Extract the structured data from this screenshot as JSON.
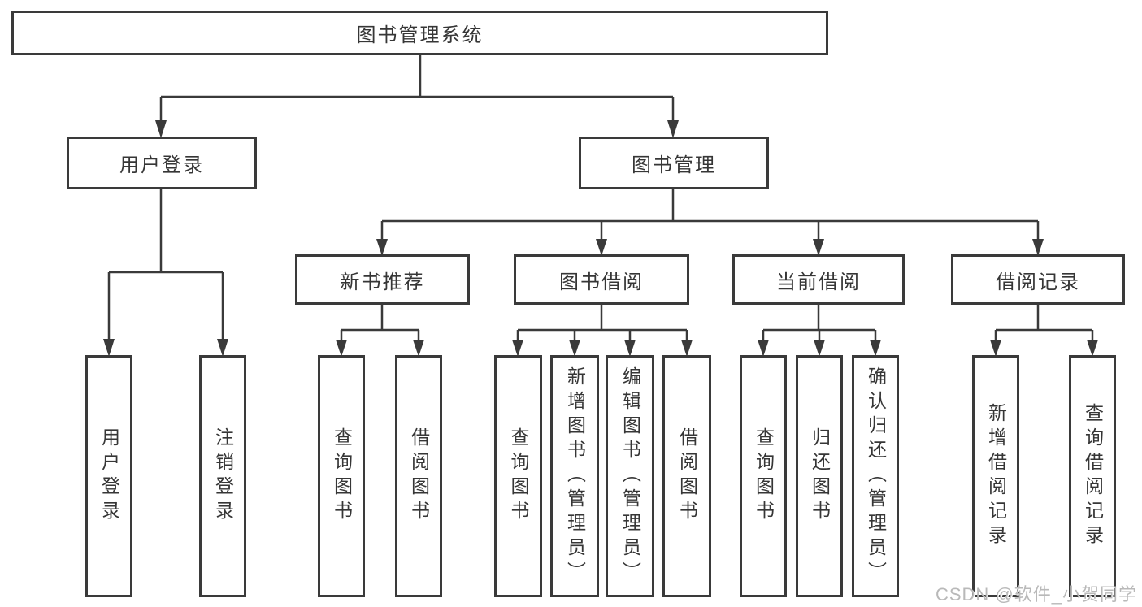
{
  "tree": {
    "label": "图书管理系统",
    "children": [
      {
        "label": "用户登录",
        "children": [
          {
            "label": "用户登录"
          },
          {
            "label": "注销登录"
          }
        ]
      },
      {
        "label": "图书管理",
        "children": [
          {
            "label": "新书推荐",
            "children": [
              {
                "label": "查询图书"
              },
              {
                "label": "借阅图书"
              }
            ]
          },
          {
            "label": "图书借阅",
            "children": [
              {
                "label": "查询图书"
              },
              {
                "label": "新增图书（管理员）"
              },
              {
                "label": "编辑图书（管理员）"
              },
              {
                "label": "借阅图书"
              }
            ]
          },
          {
            "label": "当前借阅",
            "children": [
              {
                "label": "查询图书"
              },
              {
                "label": "归还图书"
              },
              {
                "label": "确认归还（管理员）"
              }
            ]
          },
          {
            "label": "借阅记录",
            "children": [
              {
                "label": "新增借阅记录"
              },
              {
                "label": "查询借阅记录"
              }
            ]
          }
        ]
      }
    ]
  },
  "watermark": "CSDN @软件_小贺同学",
  "colors": {
    "line": "#3a3a3a",
    "box_border": "#3a3a3a",
    "text": "#363636",
    "watermark_text": "#b9b9b9",
    "background": "#ffffff"
  }
}
